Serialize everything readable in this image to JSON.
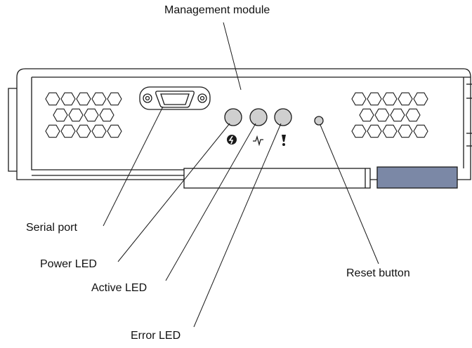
{
  "labels": {
    "management_module": "Management module",
    "serial_port": "Serial port",
    "power_led": "Power LED",
    "active_led": "Active LED",
    "error_led": "Error LED",
    "reset_button": "Reset button"
  },
  "icons": {
    "power": "power-symbol-icon",
    "activity": "activity-pulse-icon",
    "error": "exclamation-icon"
  },
  "colors": {
    "outline": "#1a1a1a",
    "led_fill": "#cfcfcf",
    "tab_fill": "#7b88a6",
    "background": "#ffffff"
  }
}
